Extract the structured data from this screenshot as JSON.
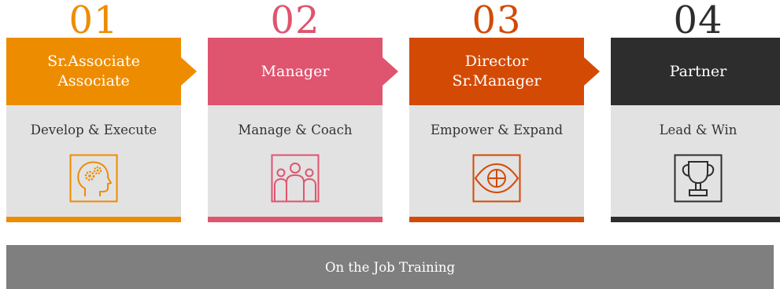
{
  "colors": {
    "stage1": "#ee8c00",
    "stage2": "#df546e",
    "stage3": "#d34a05",
    "stage4": "#2d2d2d",
    "panel": "#e2e2e2",
    "training_bar": "#7f7f7f"
  },
  "stages": [
    {
      "number": "01",
      "title_line1": "Sr.Associate",
      "title_line2": "Associate",
      "focus": "Develop & Execute",
      "icon": "head-gears-icon"
    },
    {
      "number": "02",
      "title_line1": "Manager",
      "title_line2": "",
      "focus": "Manage & Coach",
      "icon": "team-icon"
    },
    {
      "number": "03",
      "title_line1": "Director",
      "title_line2": "Sr.Manager",
      "focus": "Empower & Expand",
      "icon": "eye-target-icon"
    },
    {
      "number": "04",
      "title_line1": "Partner",
      "title_line2": "",
      "focus": "Lead & Win",
      "icon": "trophy-icon"
    }
  ],
  "footer": {
    "label": "On the Job Training"
  }
}
